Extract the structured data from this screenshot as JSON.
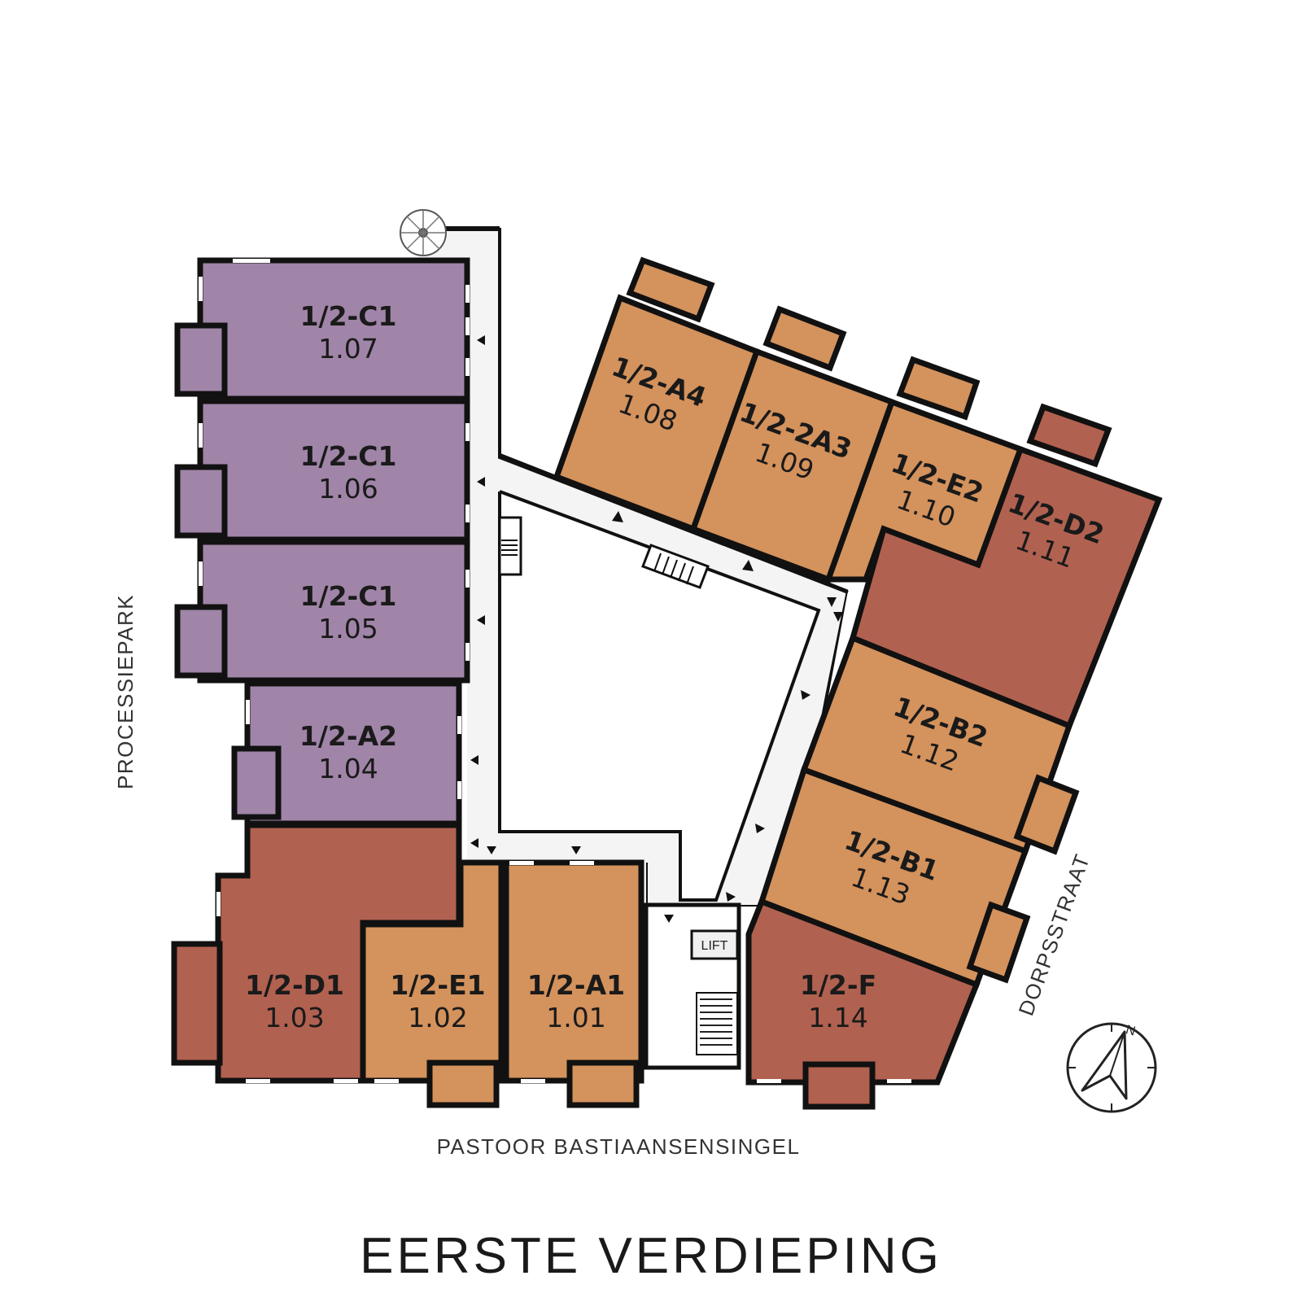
{
  "colors": {
    "purple": "#a085a8",
    "orange": "#d4925c",
    "red": "#b16150",
    "corridor": "#f4f4f4",
    "wall": "#111111"
  },
  "title": "EERSTE VERDIEPING",
  "streets": {
    "west": "PROCESSIEPARK",
    "south": "PASTOOR BASTIAANSENSINGEL",
    "east": "DORPSSTRAAT"
  },
  "lift_label": "LIFT",
  "compass_label": "N",
  "units": [
    {
      "type": "1/2-C1",
      "number": "1.07",
      "color": "purple"
    },
    {
      "type": "1/2-C1",
      "number": "1.06",
      "color": "purple"
    },
    {
      "type": "1/2-C1",
      "number": "1.05",
      "color": "purple"
    },
    {
      "type": "1/2-A2",
      "number": "1.04",
      "color": "purple"
    },
    {
      "type": "1/2-D1",
      "number": "1.03",
      "color": "red"
    },
    {
      "type": "1/2-E1",
      "number": "1.02",
      "color": "orange"
    },
    {
      "type": "1/2-A1",
      "number": "1.01",
      "color": "orange"
    },
    {
      "type": "1/2-A4",
      "number": "1.08",
      "color": "orange"
    },
    {
      "type": "1/2-2A3",
      "number": "1.09",
      "color": "orange"
    },
    {
      "type": "1/2-E2",
      "number": "1.10",
      "color": "orange"
    },
    {
      "type": "1/2-D2",
      "number": "1.11",
      "color": "red"
    },
    {
      "type": "1/2-B2",
      "number": "1.12",
      "color": "orange"
    },
    {
      "type": "1/2-B1",
      "number": "1.13",
      "color": "orange"
    },
    {
      "type": "1/2-F",
      "number": "1.14",
      "color": "red"
    }
  ]
}
